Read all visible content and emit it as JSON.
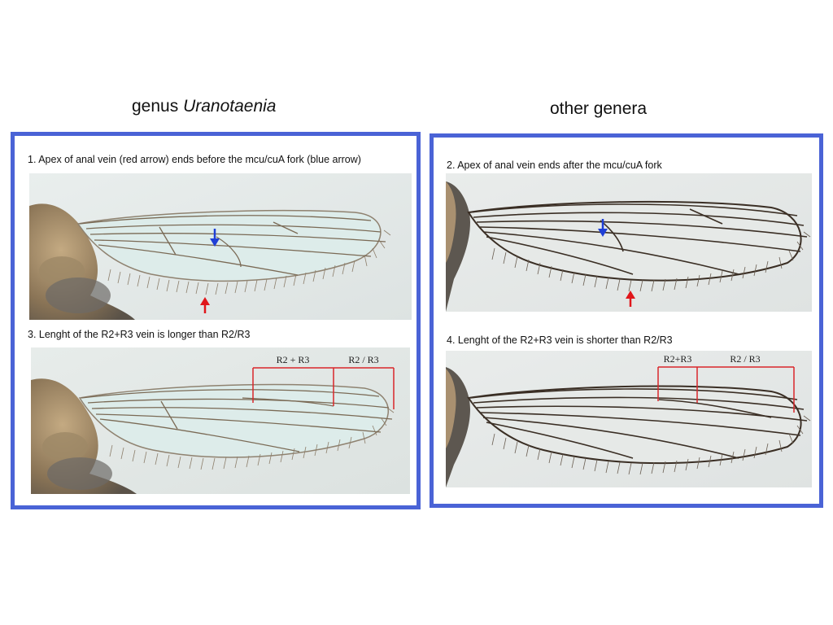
{
  "headings": {
    "left_prefix": "genus ",
    "left_genus": "Uranotaenia",
    "right": "other genera"
  },
  "panels": {
    "left": {
      "caption_1": "1. Apex of anal vein (red arrow) ends before the mcu/cuA fork (blue arrow)",
      "caption_3": "3. Lenght of the R2+R3 vein is longer than R2/R3",
      "label_r2_plus_r3": "R2 + R3",
      "label_r2_slash_r3": "R2 / R3"
    },
    "right": {
      "caption_2": "2. Apex of anal vein ends after the mcu/cuA fork",
      "caption_4": "4. Lenght of the R2+R3 vein is shorter than R2/R3",
      "label_r2_plus_r3": "R2+R3",
      "label_r2_slash_r3": "R2 / R3"
    }
  },
  "colors": {
    "panel_border": "#4a63d6",
    "arrow_blue": "#1f3fd6",
    "arrow_red": "#e0161b",
    "measure_line": "#d9262a",
    "wing_vein_uranotaenia": "#7a6a55",
    "wing_vein_other": "#3a2e24"
  },
  "icons": [
    "blue-down-arrow-icon",
    "red-up-arrow-icon"
  ]
}
